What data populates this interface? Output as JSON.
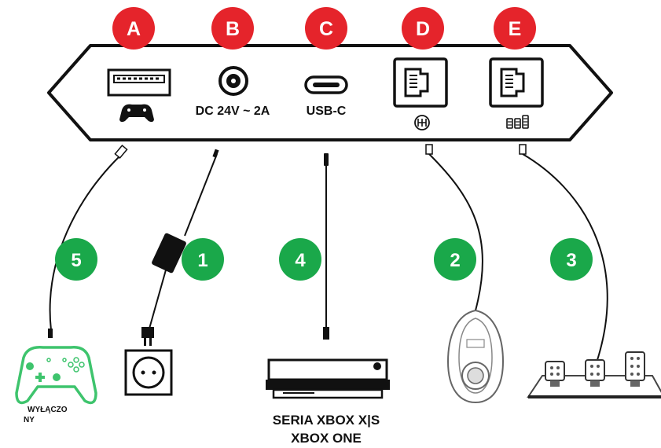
{
  "ports": [
    {
      "letter": "A",
      "label": "",
      "icon": "usb-a-icon",
      "sub_icon": "gamepad-icon"
    },
    {
      "letter": "B",
      "label": "DC 24V ~ 2A",
      "icon": "dc-power-jack-icon"
    },
    {
      "letter": "C",
      "label": "USB-C",
      "icon": "usb-c-icon"
    },
    {
      "letter": "D",
      "label": "",
      "icon": "rj-port-icon",
      "sub_icon": "shifter-icon"
    },
    {
      "letter": "E",
      "label": "",
      "icon": "rj-port-icon",
      "sub_icon": "pedals-icon"
    }
  ],
  "connections": [
    {
      "number": "5",
      "device": "controller",
      "caption": "WYŁĄCZO NY",
      "caption_lines": [
        "WYŁĄCZO",
        "NY"
      ]
    },
    {
      "number": "1",
      "device": "power-outlet",
      "caption": ""
    },
    {
      "number": "4",
      "device": "xbox-console",
      "caption": "SERIA XBOX X|S XBOX ONE",
      "caption_lines": [
        "SERIA XBOX X|S",
        "XBOX ONE"
      ]
    },
    {
      "number": "2",
      "device": "shifter",
      "caption": ""
    },
    {
      "number": "3",
      "device": "pedals",
      "caption": ""
    }
  ],
  "colors": {
    "badge_red": "#e5242b",
    "badge_green": "#1aa84a",
    "ink": "#111111",
    "controller_green": "#3ec46d"
  }
}
